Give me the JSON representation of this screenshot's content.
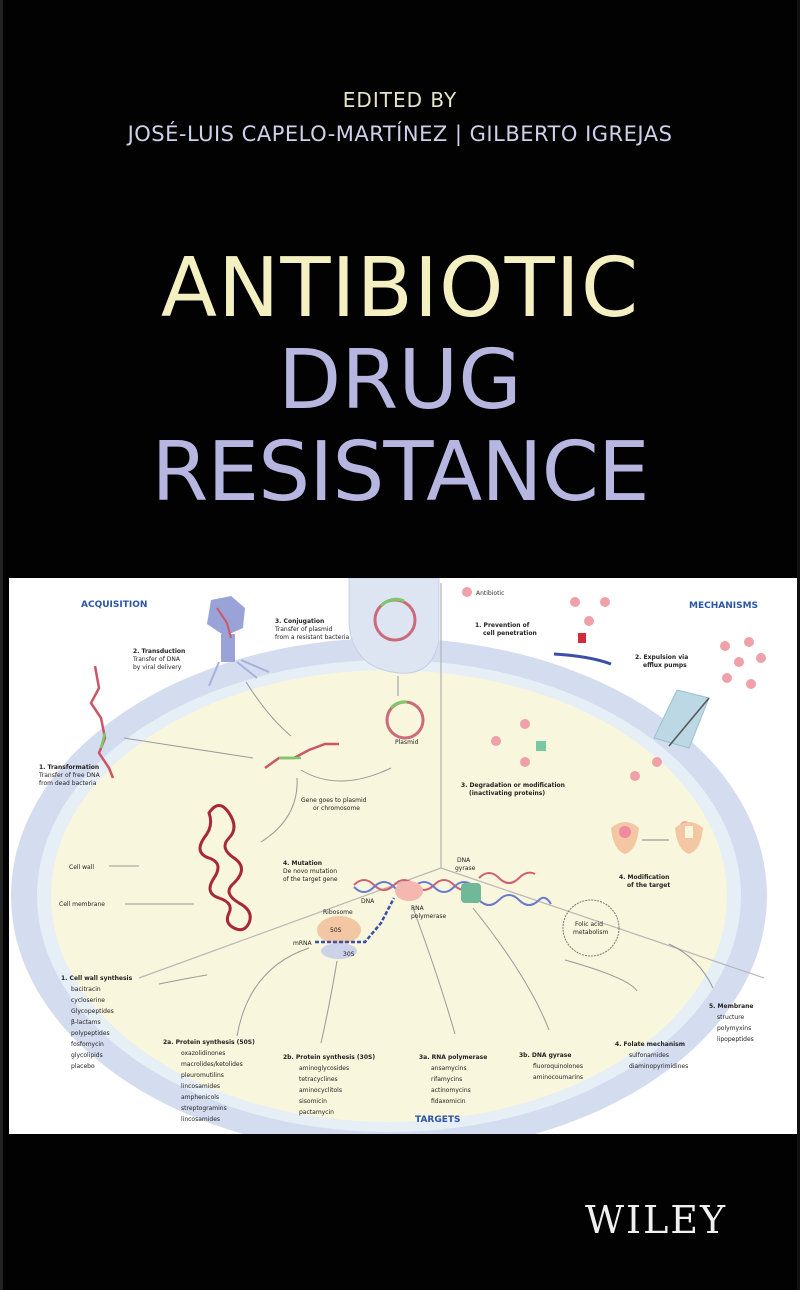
{
  "cover": {
    "edited_by": "EDITED BY",
    "editors": "JOSÉ-LUIS CAPELO-MARTÍNEZ | GILBERTO IGREJAS",
    "title_line1": "ANTIBIOTIC",
    "title_line2": "DRUG",
    "title_line3": "RESISTANCE",
    "publisher": "WILEY",
    "colors": {
      "background": "#020202",
      "title_line1": "#f4f0c2",
      "title_lines_2_3": "#b7b6e0",
      "editors": "#cfd0ea"
    }
  },
  "diagram": {
    "section_acquisition": "ACQUISITION",
    "section_mechanisms": "MECHANISMS",
    "section_targets": "TARGETS",
    "legend_antibiotic": "Antibiotic",
    "acquisition": {
      "transformation": {
        "title": "1. Transformation",
        "lines": [
          "Transfer of free DNA",
          "from dead bacteria"
        ]
      },
      "transduction": {
        "title": "2. Transduction",
        "lines": [
          "Transfer of DNA",
          "by viral delivery"
        ]
      },
      "conjugation": {
        "title": "3. Conjugation",
        "lines": [
          "Transfer of plasmid",
          "from a resistant bacteria"
        ]
      },
      "mutation": {
        "title": "4. Mutation",
        "lines": [
          "De novo mutation",
          "of the target gene"
        ]
      },
      "gene_goes": [
        "Gene goes to plasmid",
        "or chromosome"
      ],
      "plasmid": "Plasmid"
    },
    "mechanisms": {
      "prevention": [
        "1. Prevention of",
        "cell penetration"
      ],
      "expulsion": [
        "2. Expulsion via",
        "efflux pumps"
      ],
      "degradation": [
        "3. Degradation or modification",
        "(inactivating proteins)"
      ],
      "modification": [
        "4. Modification",
        "of the target"
      ]
    },
    "labels": {
      "cell_wall": "Cell wall",
      "cell_membrane": "Cell membrane",
      "dna": "DNA",
      "dna_gyrase": [
        "DNA",
        "gyrase"
      ],
      "rna_polymerase": [
        "RNA",
        "polymerase"
      ],
      "ribosome": "Ribosome",
      "r50s": "50S",
      "r30s": "30S",
      "mrna": "mRNA",
      "folic": [
        "Folic acid",
        "metabolism"
      ]
    },
    "targets": {
      "cell_wall_synthesis": {
        "title": "1. Cell wall synthesis",
        "items": [
          "bacitracin",
          "cycloserine",
          "Glycopeptides",
          "β-lactams",
          "polypeptides",
          "fosfomycin",
          "glycolipids",
          "placebo"
        ]
      },
      "protein_50s": {
        "title": "2a. Protein synthesis (50S)",
        "items": [
          "oxazolidinones",
          "macrolides/ketolides",
          "pleuromutilins",
          "lincosamides",
          "amphenicols",
          "streptogramins",
          "lincosamides"
        ]
      },
      "protein_30s": {
        "title": "2b. Protein synthesis (30S)",
        "items": [
          "aminoglycosides",
          "tetracyclines",
          "aminocyclitols",
          "sisomicin",
          "pactamycin"
        ]
      },
      "rna_polymerase": {
        "title": "3a. RNA polymerase",
        "items": [
          "ansamycins",
          "rifamycins",
          "actinomycins",
          "fidaxomicin"
        ]
      },
      "dna_gyrase": {
        "title": "3b. DNA gyrase",
        "items": [
          "fluoroquinolones",
          "aminocoumarins"
        ]
      },
      "folate": {
        "title": "4. Folate mechanism",
        "items": [
          "sulfonamides",
          "diaminopyrimidines"
        ]
      },
      "membrane": {
        "title": "5. Membrane",
        "items": [
          "structure",
          "polymyxins",
          "lipopeptides"
        ]
      }
    }
  }
}
